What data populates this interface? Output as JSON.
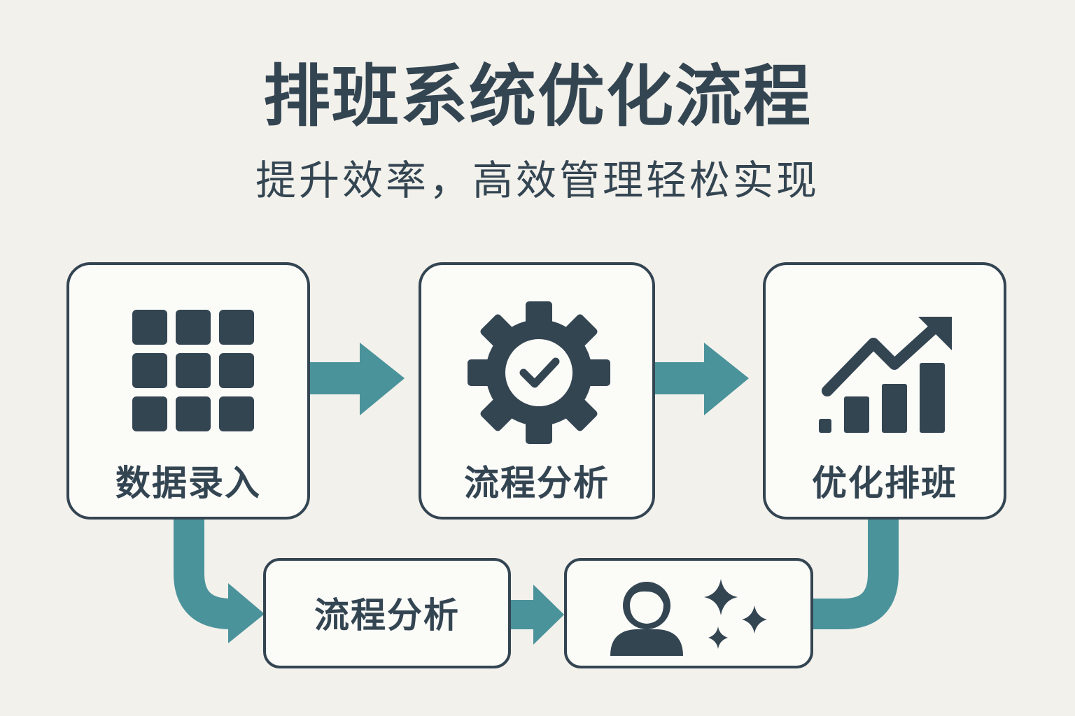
{
  "title": "排班系统优化流程",
  "subtitle": "提升效率，高效管理轻松实现",
  "steps": [
    {
      "label": "数据录入",
      "icon": "grid-icon"
    },
    {
      "label": "流程分析",
      "icon": "gear-check-icon"
    },
    {
      "label": "优化排班",
      "icon": "growth-chart-icon"
    }
  ],
  "lower_steps": [
    {
      "label": "流程分析"
    },
    {
      "icon": "user-sparkles-icon",
      "label": ""
    }
  ],
  "colors": {
    "background": "#f3f1ec",
    "dark": "#344552",
    "accent": "#4b939b",
    "box": "#fbfbf8"
  }
}
